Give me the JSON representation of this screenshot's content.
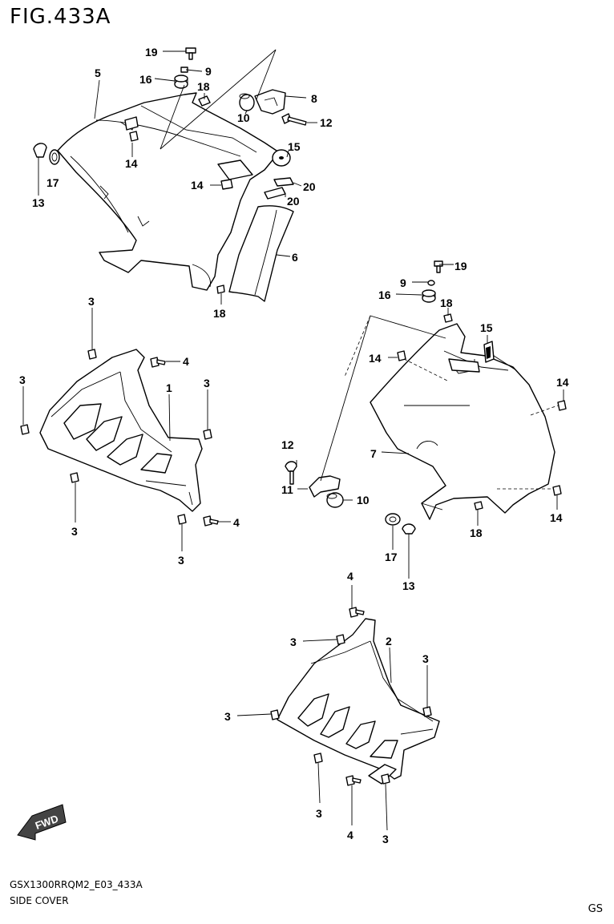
{
  "figure": {
    "title": "FIG.433A",
    "code": "GSX1300RRQM2_E03_433A",
    "name": "SIDE COVER",
    "region": "GS",
    "fwd_label": "FWD"
  },
  "callouts": {
    "c19a": "19",
    "c9a": "9",
    "c16a": "16",
    "c18a": "18",
    "c5": "5",
    "c8": "8",
    "c10a": "10",
    "c12a": "12",
    "c15a": "15",
    "c14a": "14",
    "c17a": "17",
    "c13a": "13",
    "c14b": "14",
    "c20a": "20",
    "c20b": "20",
    "c6": "6",
    "c18b": "18",
    "c3a": "3",
    "c4a": "4",
    "c3b": "3",
    "c1": "1",
    "c3c": "3",
    "c3d": "3",
    "c4b": "4",
    "c3e": "3",
    "c19b": "19",
    "c9b": "9",
    "c16b": "16",
    "c18c": "18",
    "c15b": "15",
    "c14c": "14",
    "c14d": "14",
    "c12b": "12",
    "c7": "7",
    "c11": "11",
    "c10b": "10",
    "c18d": "18",
    "c14e": "14",
    "c17b": "17",
    "c13b": "13",
    "c4c": "4",
    "c3f": "3",
    "c2": "2",
    "c3g": "3",
    "c3h": "3",
    "c3i": "3",
    "c4d": "4",
    "c3j": "3"
  }
}
